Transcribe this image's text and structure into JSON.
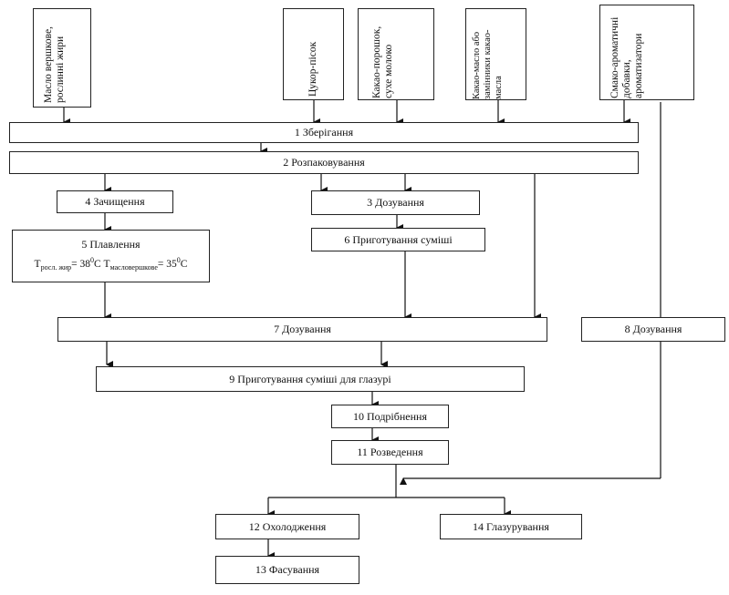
{
  "inputs": {
    "butter": "Масло вершкове, рослинні жири",
    "sugar": "Цукор-пісок",
    "cocoa": "Какао-порошок, сухе молоко",
    "cocoa_butter": "Какао-масло або замінники какао-масла",
    "flavor": "Смако-ароматичні добавки, ароматизатори"
  },
  "steps": {
    "s1": "1 Зберігання",
    "s2": "2 Розпаковування",
    "s3": "3 Дозування",
    "s4": "4 Зачищення",
    "s5_title": "5 Плавлення",
    "s5_t1": "Т",
    "s5_t1_sub": "росл. жир",
    "s5_eq1": "= 38",
    "s5_deg": "0",
    "s5_c1": "С Т",
    "s5_t2_sub": "масловершкове",
    "s5_eq2": "= 35",
    "s5_c2": "С",
    "s6": "6 Приготування суміші",
    "s7": "7 Дозування",
    "s8": "8 Дозування",
    "s9": "9 Приготування суміші для глазурі",
    "s10": "10 Подрібнення",
    "s11": "11 Розведення",
    "s12": "12 Охолодження",
    "s13": "13 Фасування",
    "s14": "14 Глазурування"
  }
}
